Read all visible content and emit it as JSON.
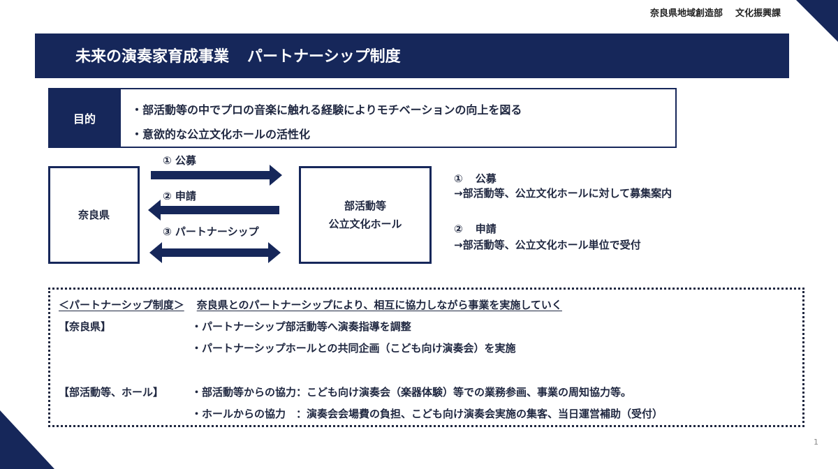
{
  "header": {
    "org_department": "奈良県地域創造部",
    "org_division": "文化振興課",
    "title_main": "未来の演奏家育成事業",
    "title_sub": "パートナーシップ制度"
  },
  "purpose": {
    "label": "目的",
    "items": [
      "・部活動等の中でプロの音楽に触れる経験によりモチベーションの向上を図る",
      "・意欲的な公立文化ホールの活性化"
    ]
  },
  "diagram": {
    "left_box": "奈良県",
    "right_box_line1": "部活動等",
    "right_box_line2": "公立文化ホール",
    "arrows": [
      {
        "label": "① 公募"
      },
      {
        "label": "② 申請"
      },
      {
        "label": "③ パートナーシップ"
      }
    ]
  },
  "notes": [
    {
      "num": "①",
      "title": "公募",
      "desc": "→部活動等、公立文化ホールに対して募集案内"
    },
    {
      "num": "②",
      "title": "申請",
      "desc": "→部活動等、公立文化ホール単位で受付"
    }
  ],
  "partnership": {
    "heading": "＜パートナーシップ制度＞",
    "summary": "奈良県とのパートナーシップにより、相互に協力しながら事業を実施していく",
    "groups": [
      {
        "label": "【奈良県】",
        "items": [
          "・パートナーシップ部活動等へ演奏指導を調整",
          "・パートナーシップホールとの共同企画（こども向け演奏会）を実施"
        ]
      },
      {
        "label": "【部活動等、ホール】",
        "items": [
          "・部活動等からの協力：こども向け演奏会（楽器体験）等での業務参画、事業の周知協力等。",
          "・ホールからの協力　：演奏会会場費の負担、こども向け演奏会実施の集客、当日運営補助（受付）"
        ]
      }
    ]
  },
  "page_number": "1",
  "colors": {
    "navy": "#16275a",
    "text": "#1f2740"
  }
}
